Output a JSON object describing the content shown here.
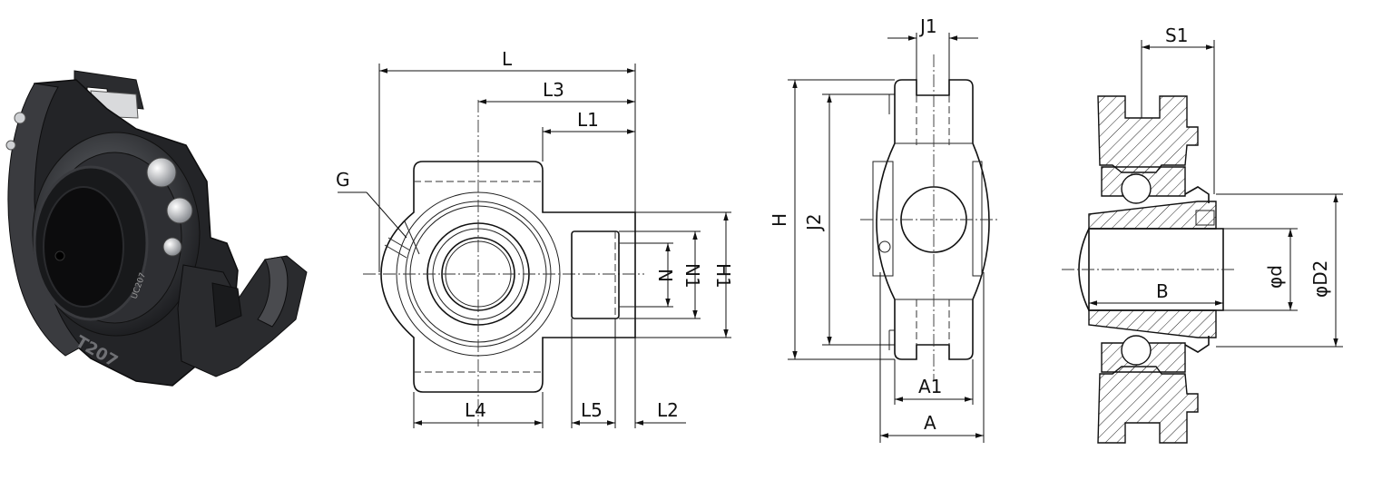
{
  "front_view": {
    "labels": {
      "L": "L",
      "L3": "L3",
      "L1": "L1",
      "G": "G",
      "L4": "L4",
      "L5": "L5",
      "L2": "L2",
      "N": "N",
      "N1": "N1",
      "H1": "H1"
    }
  },
  "side_view": {
    "labels": {
      "J1": "J1",
      "H": "H",
      "J2": "J2",
      "A1": "A1",
      "A": "A"
    }
  },
  "section_view": {
    "labels": {
      "S1": "S1",
      "B": "B",
      "d": "φd",
      "D2": "φD2"
    }
  },
  "product_photo": {
    "casting_mark": "T207",
    "bearing_mark": "UC207"
  }
}
